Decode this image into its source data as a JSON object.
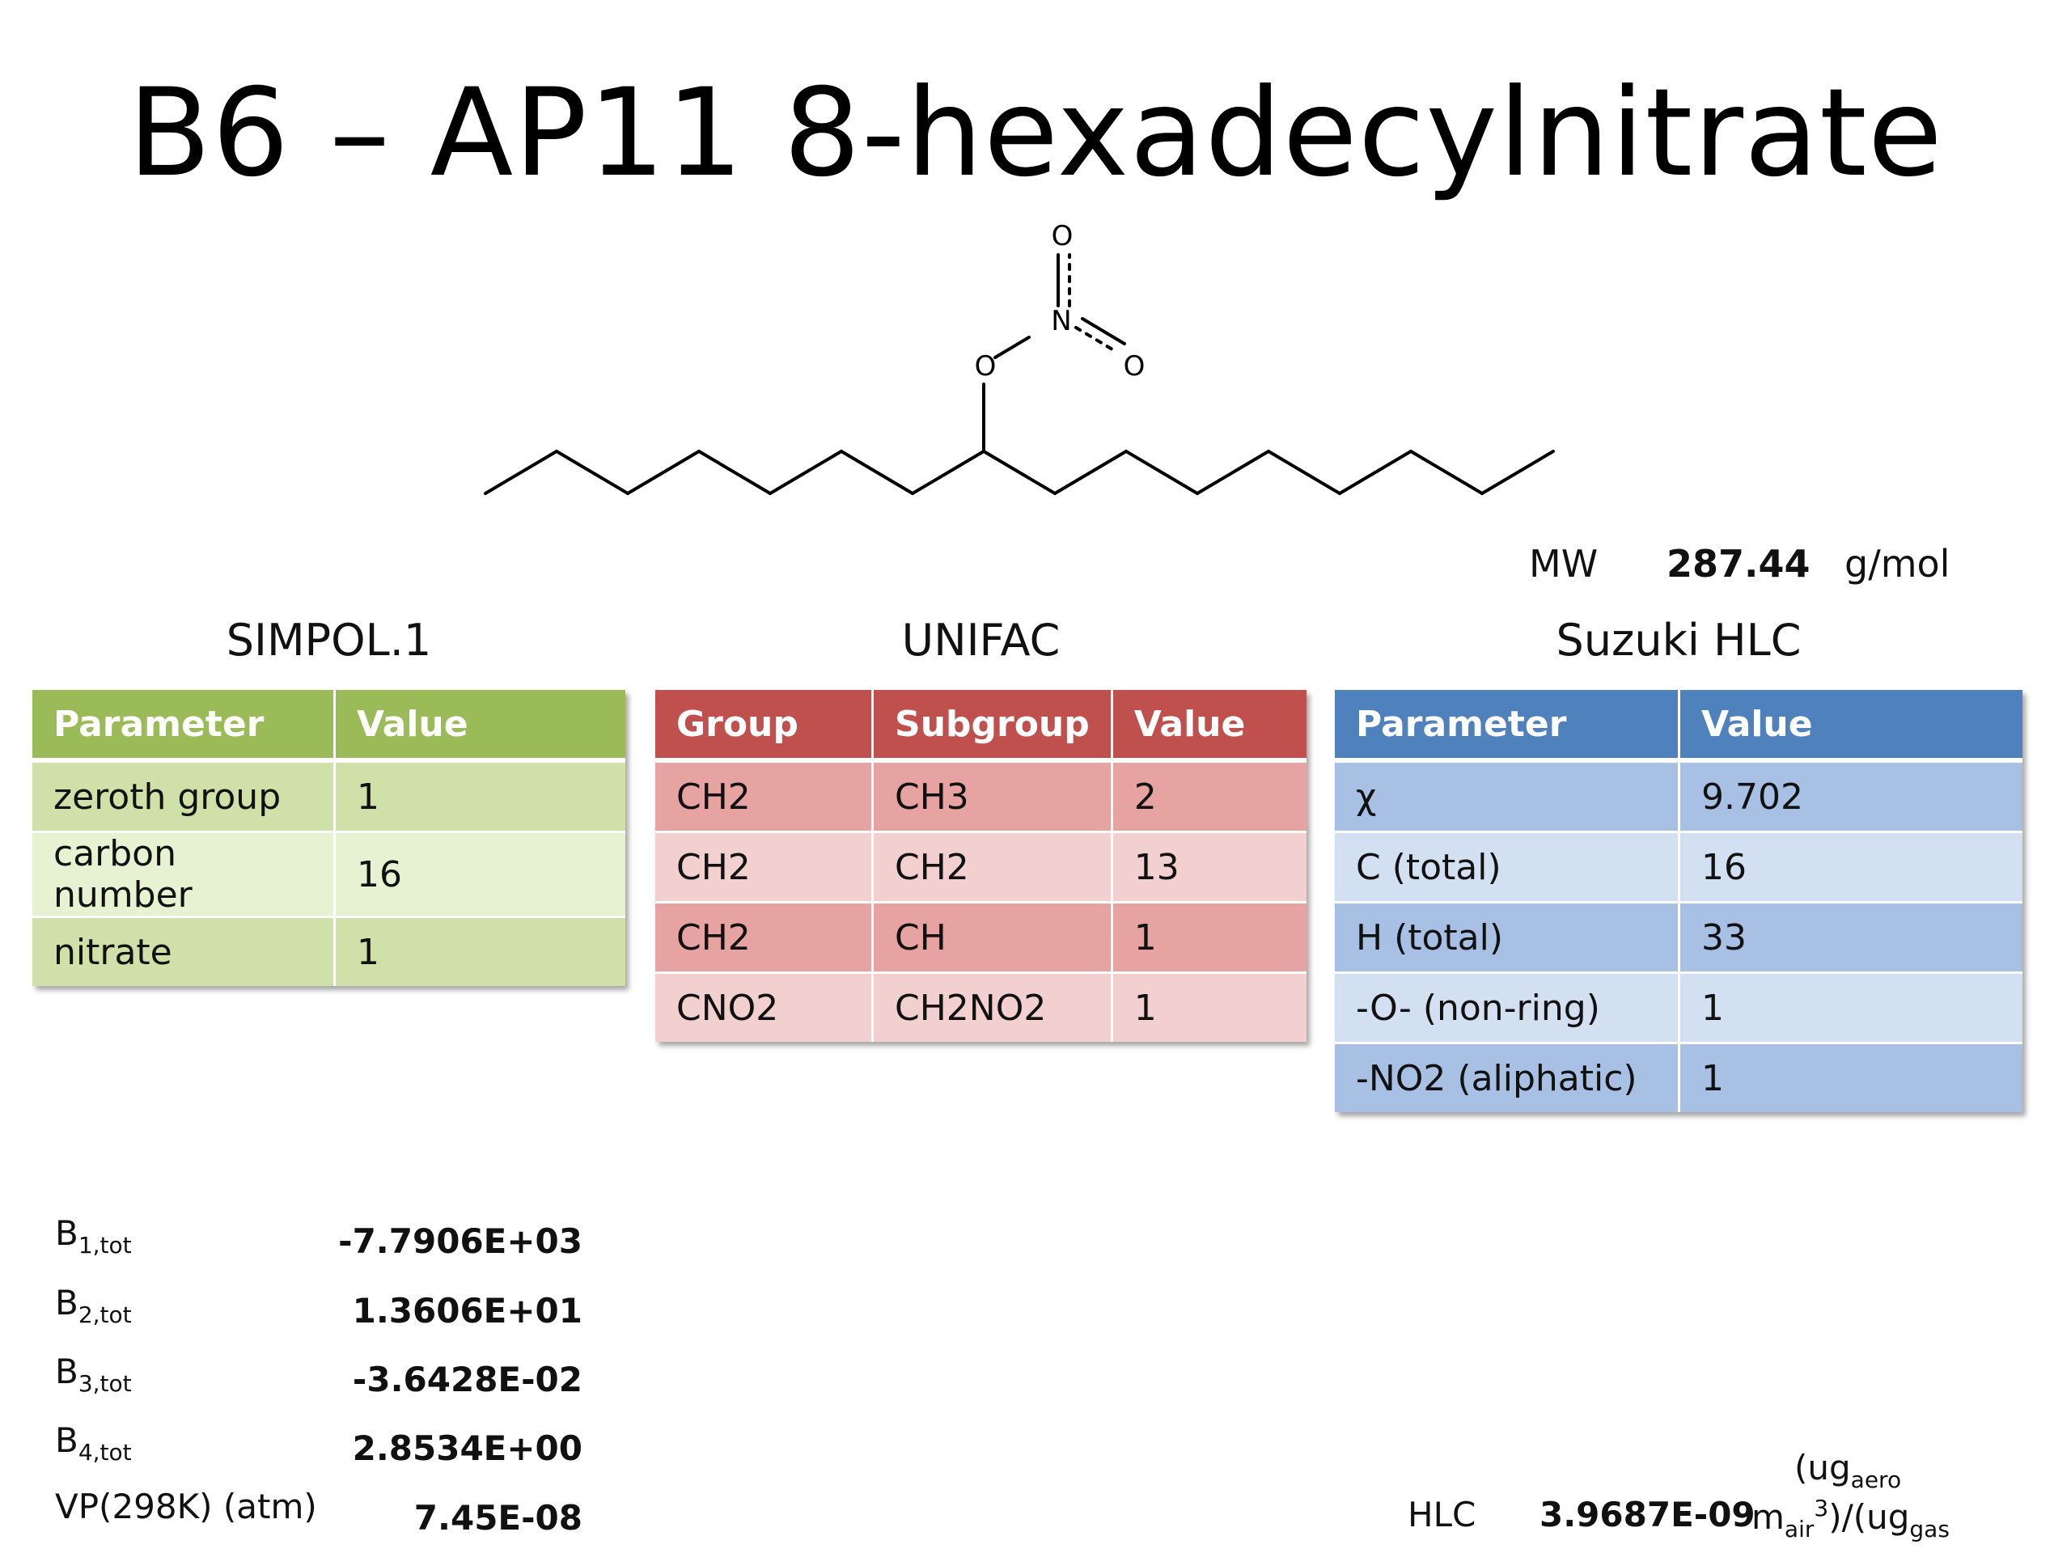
{
  "title": "B6 – AP11 8-hexadecylnitrate",
  "structure": {
    "atom_O_top": "O",
    "atom_N": "N",
    "atom_O_right": "O",
    "atom_O_left": "O"
  },
  "mw": {
    "label": "MW",
    "value": "287.44",
    "unit": "g/mol"
  },
  "simpol": {
    "title": "SIMPOL.1",
    "headers": [
      "Parameter",
      "Value"
    ],
    "rows": [
      [
        "zeroth group",
        "1"
      ],
      [
        "carbon number",
        "16"
      ],
      [
        "nitrate",
        "1"
      ]
    ]
  },
  "unifac": {
    "title": "UNIFAC",
    "headers": [
      "Group",
      "Subgroup",
      "Value"
    ],
    "rows": [
      [
        "CH2",
        "CH3",
        "2"
      ],
      [
        "CH2",
        "CH2",
        "13"
      ],
      [
        "CH2",
        "CH",
        "1"
      ],
      [
        "CNO2",
        "CH2NO2",
        "1"
      ]
    ]
  },
  "suzuki": {
    "title": "Suzuki HLC",
    "headers": [
      "Parameter",
      "Value"
    ],
    "rows": [
      [
        "χ",
        "9.702"
      ],
      [
        "C (total)",
        "16"
      ],
      [
        "H (total)",
        "33"
      ],
      [
        "-O- (non-ring)",
        "1"
      ],
      [
        "-NO2 (aliphatic)",
        "1"
      ]
    ]
  },
  "coefficients": {
    "b1": {
      "symbol": "B",
      "sub": "1,tot",
      "value": "-7.7906E+03"
    },
    "b2": {
      "symbol": "B",
      "sub": "2,tot",
      "value": "1.3606E+01"
    },
    "b3": {
      "symbol": "B",
      "sub": "3,tot",
      "value": "-3.6428E-02"
    },
    "b4": {
      "symbol": "B",
      "sub": "4,tot",
      "value": "2.8534E+00"
    },
    "vp": {
      "label": "VP(298K) (atm)",
      "value": "7.45E-08"
    }
  },
  "hlc": {
    "label": "HLC",
    "value": "3.9687E-09",
    "unit_line1_open": "(ug",
    "unit_line1_sub": "aero",
    "unit_line2_m": "m",
    "unit_line2_sub": "air",
    "unit_line2_sup": "3",
    "unit_line2_mid": ")/(ug",
    "unit_line2_sub2": "gas"
  }
}
